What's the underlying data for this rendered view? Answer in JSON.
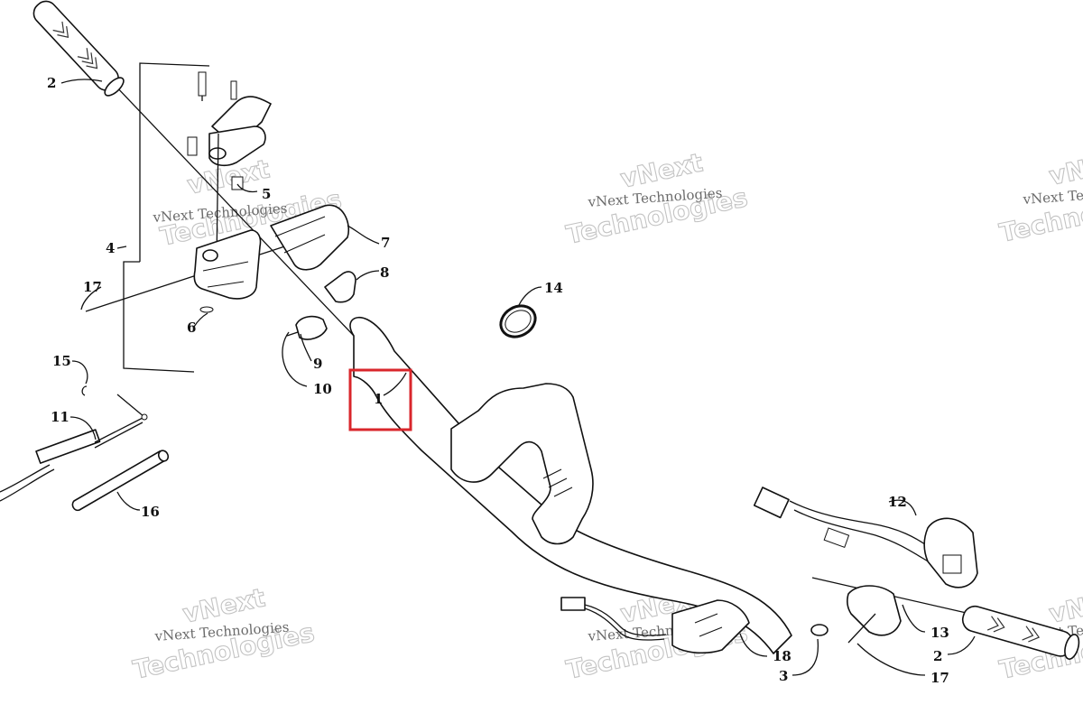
{
  "watermark": {
    "line1": "vNext Technologies",
    "line2": "Technologies",
    "line3": "vNext"
  },
  "highlight": {
    "color": "#d9262b",
    "part": "1"
  },
  "callouts": [
    "1",
    "2",
    "2",
    "3",
    "4",
    "5",
    "6",
    "7",
    "8",
    "9",
    "10",
    "11",
    "12",
    "13",
    "14",
    "15",
    "16",
    "17",
    "17",
    "18"
  ]
}
